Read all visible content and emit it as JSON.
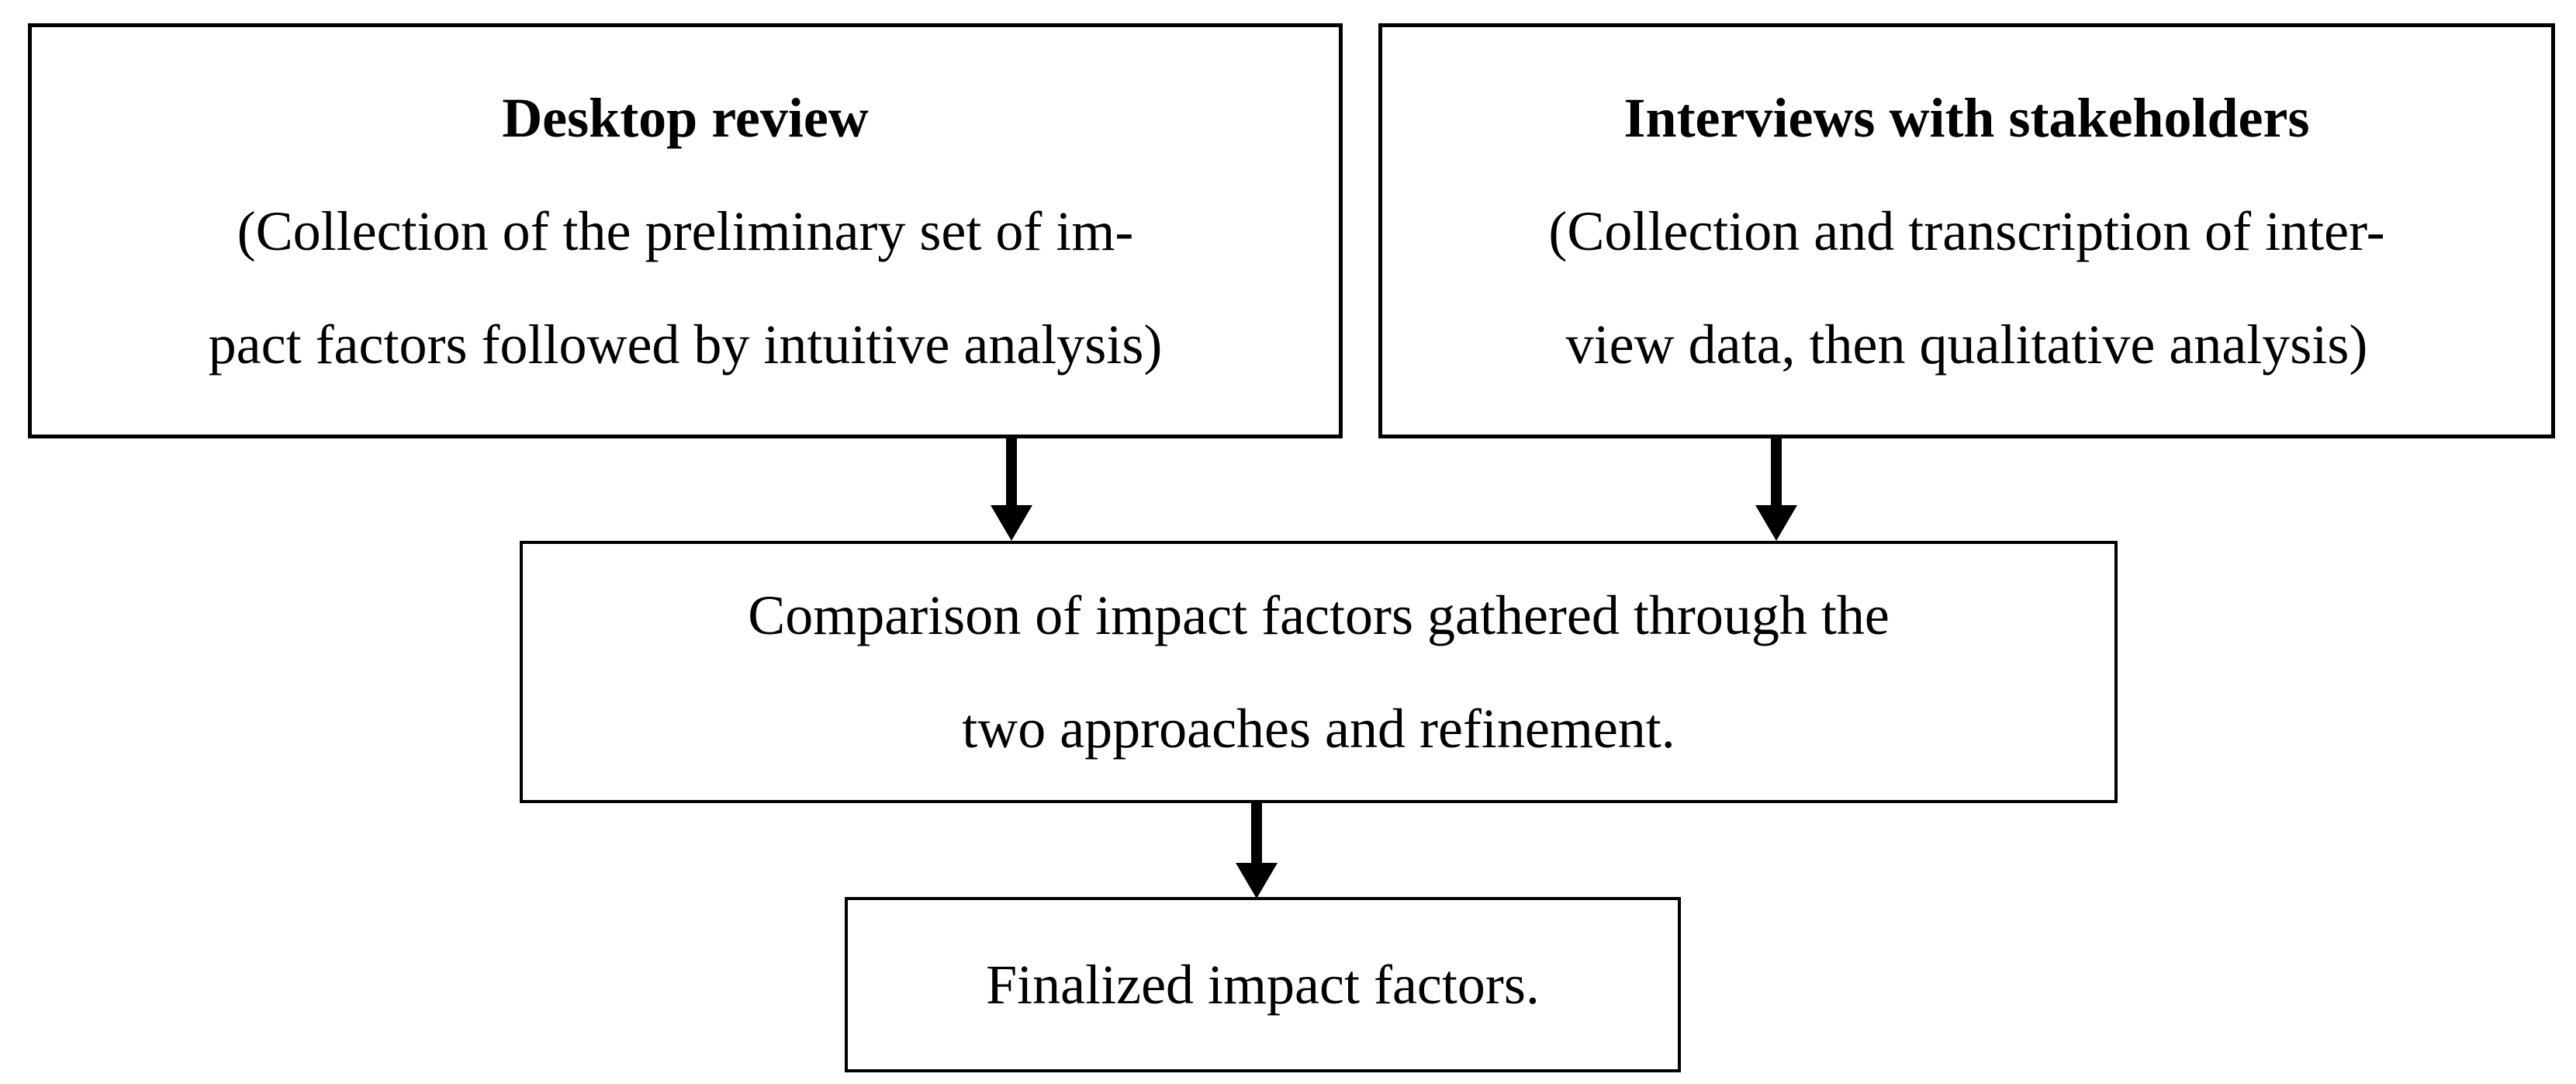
{
  "figure": {
    "background_color": "#ffffff",
    "box_border_color": "#000000",
    "text_color": "#000000",
    "boxes": {
      "desktop_review": {
        "title": "Desktop review",
        "body_line_1": "(Collection of the preliminary set of im-",
        "body_line_2": "pact factors followed by intuitive analysis)"
      },
      "interviews": {
        "title": "Interviews with stakeholders",
        "body_line_1": "(Collection and transcription of inter-",
        "body_line_2": "view data, then qualitative analysis)"
      },
      "comparison": {
        "body_line_1": "Comparison of impact factors gathered through the",
        "body_line_2": "two approaches and refinement."
      },
      "finalized": {
        "body_line_1": "Finalized impact factors."
      }
    },
    "arrows": [
      {
        "from": "desktop_review",
        "to": "comparison"
      },
      {
        "from": "interviews",
        "to": "comparison"
      },
      {
        "from": "comparison",
        "to": "finalized"
      }
    ]
  }
}
